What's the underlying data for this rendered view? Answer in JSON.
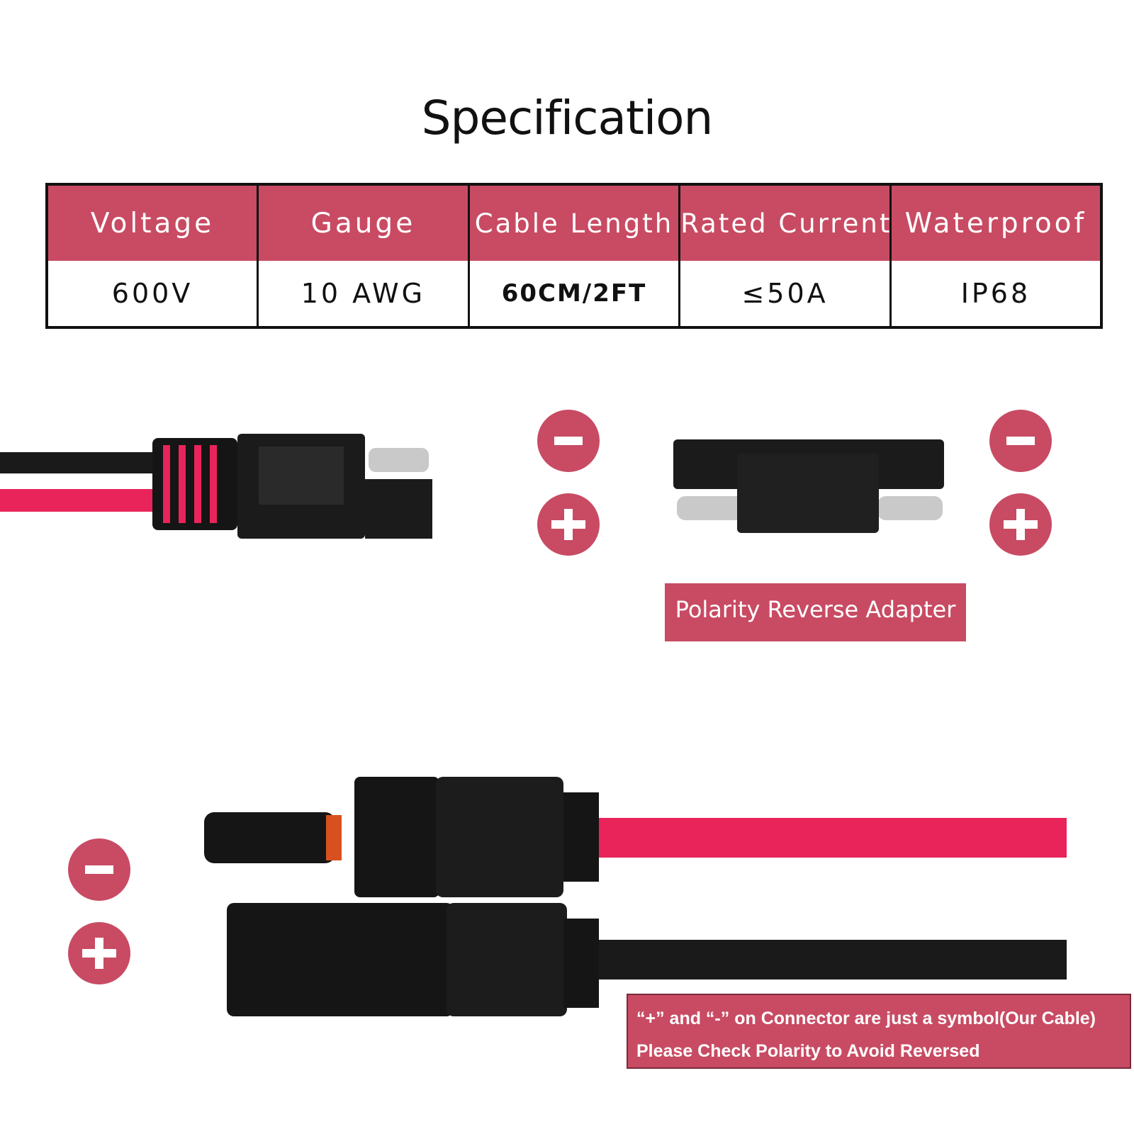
{
  "title": "Specification",
  "spec_table": {
    "headers": [
      "Voltage",
      "Gauge",
      "Cable Length",
      "Rated Current",
      "Waterproof"
    ],
    "values": [
      "600V",
      "10 AWG",
      "60CM/2FT",
      "≤50A",
      "IP68"
    ]
  },
  "adapter_label": "Polarity Reverse Adapter",
  "note": {
    "line1": "“+” and “-”  on Connector are just a symbol(Our Cable)",
    "line2": "Please Check Polarity to Avoid Reversed"
  },
  "colors": {
    "accent": "#c84b63",
    "cable_red": "#e8245a",
    "cable_black": "#1a1a1a"
  },
  "icons": [
    "minus-icon",
    "plus-icon"
  ]
}
